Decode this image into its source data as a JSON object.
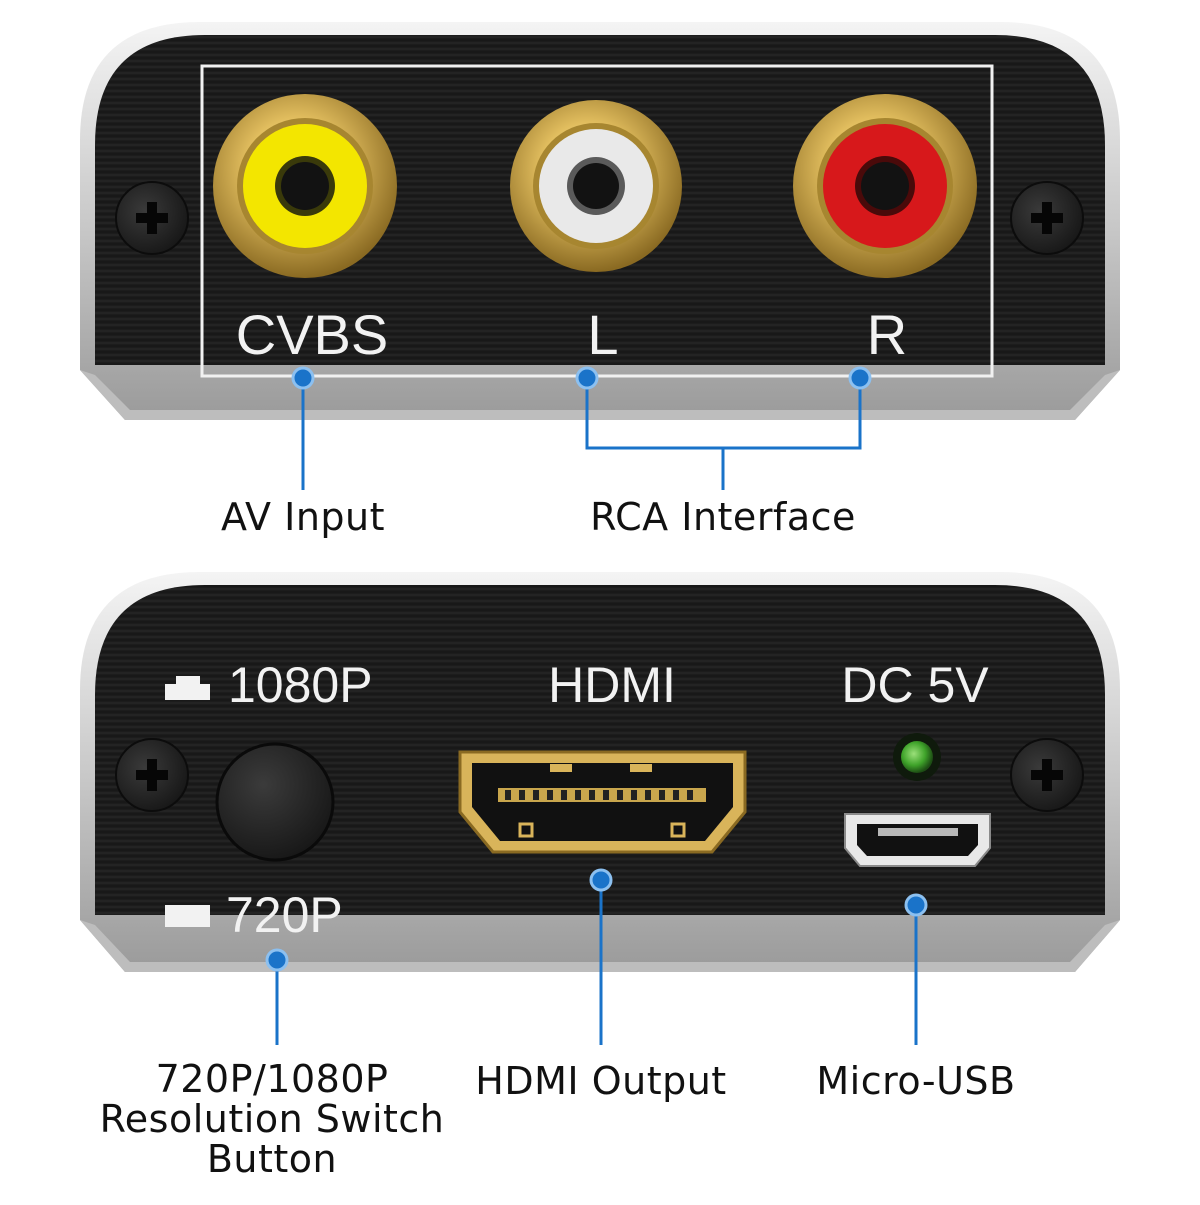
{
  "top_panel": {
    "ports": {
      "cvbs": "CVBS",
      "left": "L",
      "right": "R"
    }
  },
  "bottom_panel": {
    "switch_high": "1080P",
    "switch_low": "720P",
    "hdmi": "HDMI",
    "dc": "DC 5V"
  },
  "callouts": {
    "av_input": "AV Input",
    "rca_interface": "RCA Interface",
    "resolution_switch": [
      "720P/1080P",
      "Resolution Switch",
      "Button"
    ],
    "hdmi_output": "HDMI Output",
    "micro_usb": "Micro-USB"
  },
  "colors": {
    "callout_line": "#1a73c9",
    "port_yellow": "#f3e600",
    "port_white": "#e9e9e9",
    "port_red": "#d7181b",
    "gold": "#d9b45a",
    "panel_dark": "#1b1b1b",
    "led_green": "#3fa32a"
  }
}
